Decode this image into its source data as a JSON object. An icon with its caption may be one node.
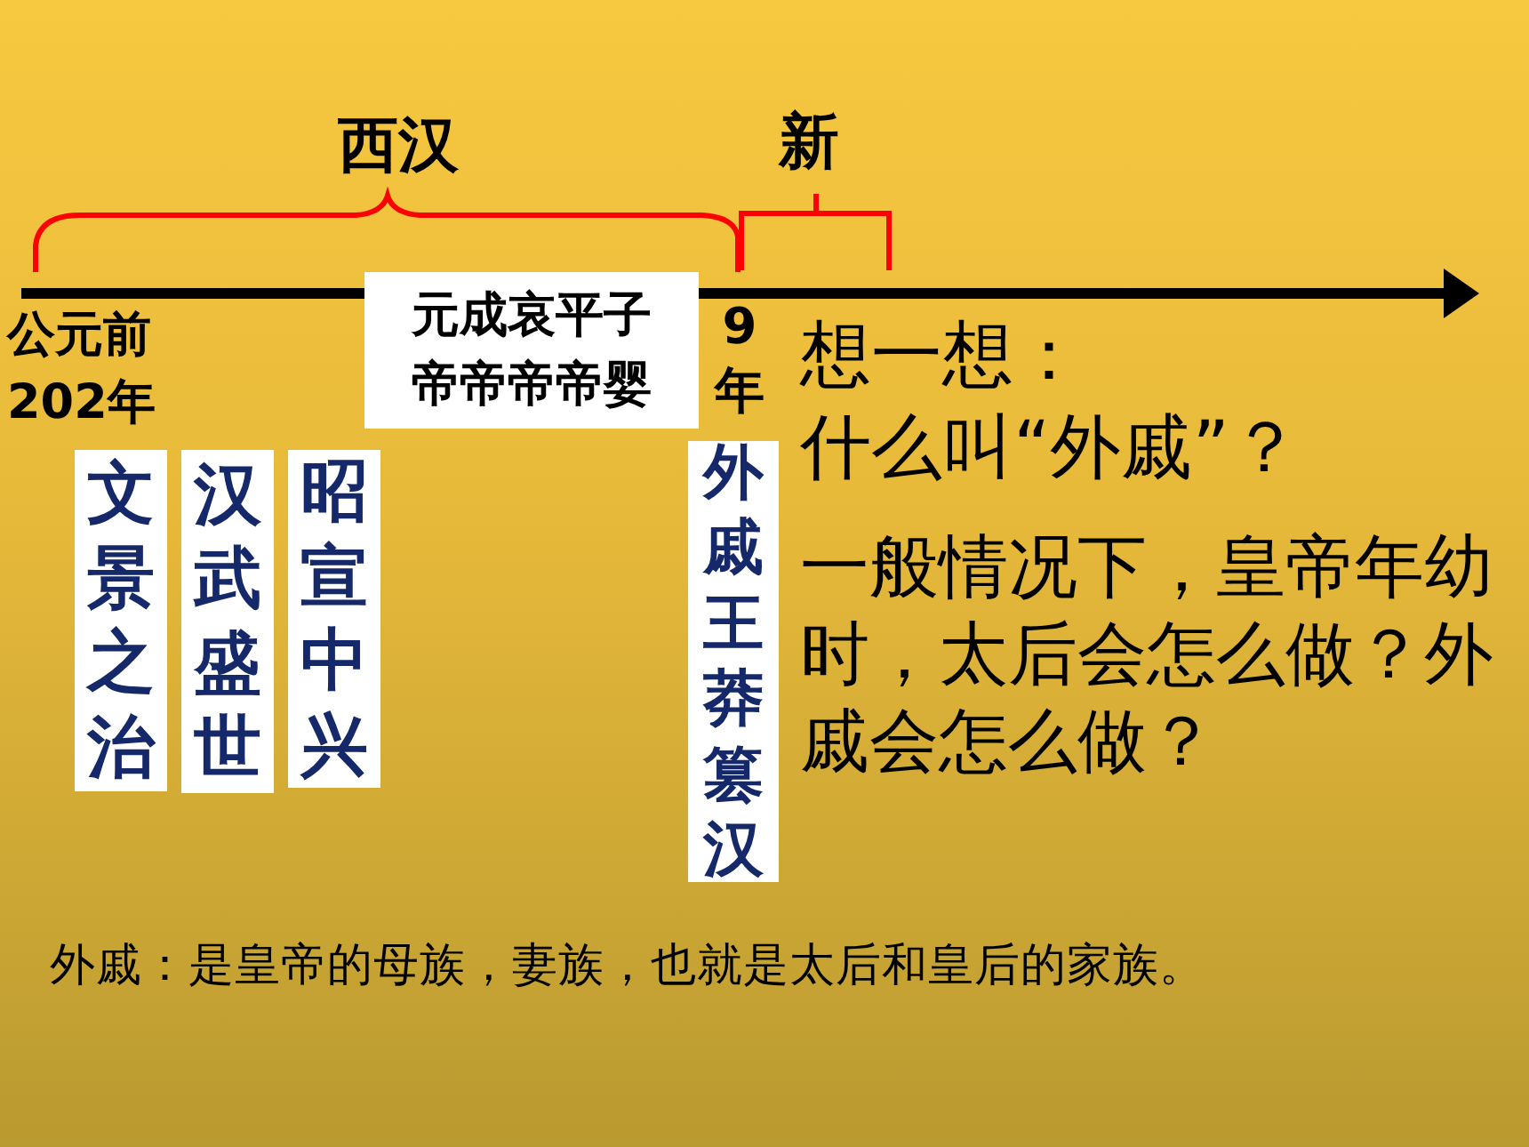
{
  "diagram": {
    "nodes": [
      {
        "text": [
          "元成哀平子帝帝帝帝婴"
        ]
      },
      {
        "text": [
          "文景之治"
        ]
      },
      {
        "text": [
          "汉武盛世"
        ]
      },
      {
        "text": [
          "昭宣中兴"
        ]
      },
      {
        "text": [
          "外戚王莽篡汉"
        ]
      }
    ],
    "labels": [
      "西汉",
      "新",
      "公元前202年",
      "9年",
      "想一想：",
      "什么叫“外戚”？",
      "一般情况下，皇帝年幼时，太后会怎么做？外戚会怎么做？",
      "外戚：是皇帝的母族，妻族，也就是太后和皇后的家族。"
    ]
  }
}
